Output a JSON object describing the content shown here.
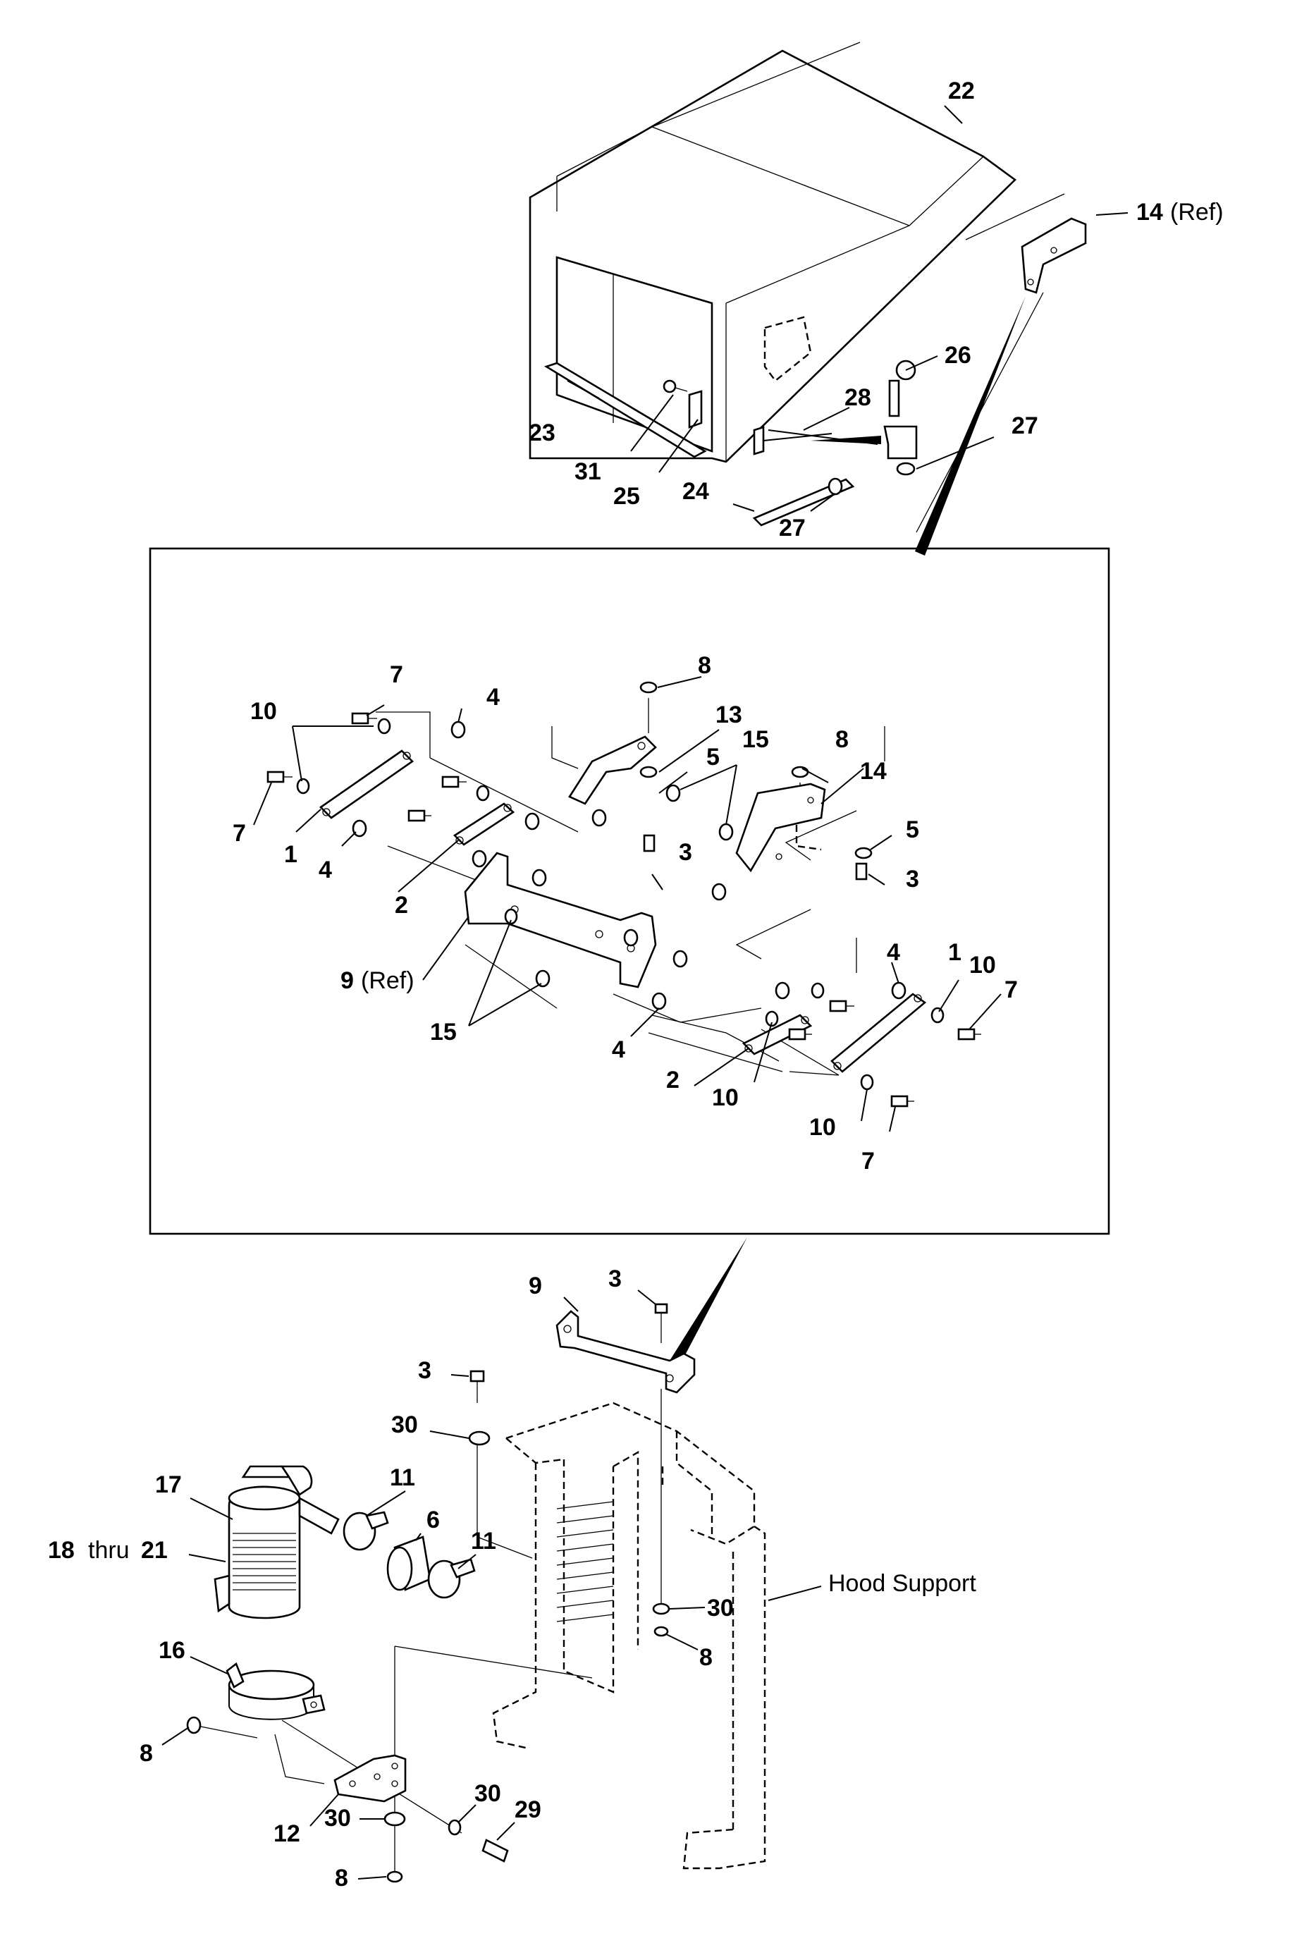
{
  "labels": {
    "n22": "22",
    "n14ref": "14",
    "ref": "(Ref)",
    "n26": "26",
    "n28": "28",
    "n27a": "27",
    "n27b": "27",
    "n23": "23",
    "n31": "31",
    "n25": "25",
    "n24": "24",
    "d8a": "8",
    "d13": "13",
    "d7a": "7",
    "d4a": "4",
    "d10a": "10",
    "d5a": "5",
    "d15a": "15",
    "d8b": "8",
    "d14": "14",
    "d7b": "7",
    "d1a": "1",
    "d3a": "3",
    "d5b": "5",
    "d4b": "4",
    "d2a": "2",
    "d3b": "3",
    "d9": "9",
    "d9ref": "(Ref)",
    "d4c": "4",
    "d1b": "1",
    "d10b": "10",
    "d7c": "7",
    "d15b": "15",
    "d4d": "4",
    "d2b": "2",
    "d10c": "10",
    "d10d": "10",
    "d7d": "7",
    "b9": "9",
    "b3a": "3",
    "b3b": "3",
    "b30a": "30",
    "b17": "17",
    "b11a": "11",
    "b6": "6",
    "b18": "18",
    "thru": "thru",
    "b21": "21",
    "b11b": "11",
    "hood": "Hood Support",
    "b30b": "30",
    "b8a": "8",
    "b16": "16",
    "b8b": "8",
    "b12": "12",
    "b30c": "30",
    "b29": "29",
    "b30d": "30",
    "b8c": "8"
  }
}
